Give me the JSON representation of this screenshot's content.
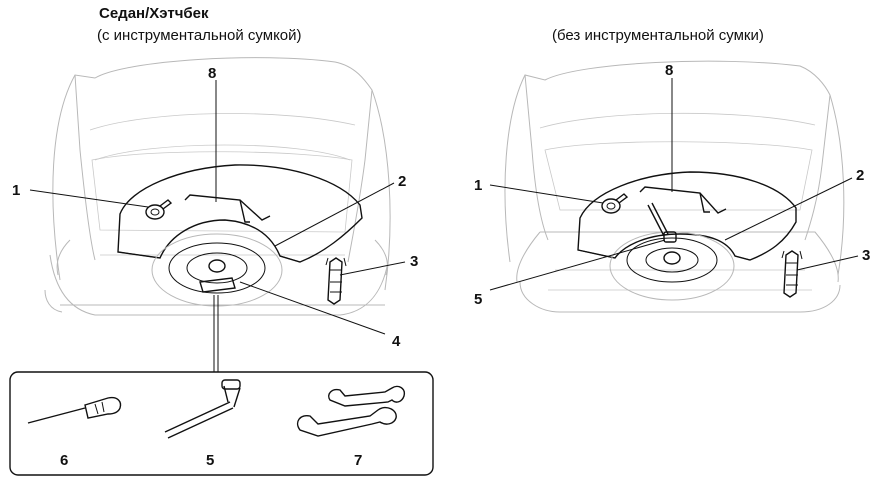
{
  "header": {
    "title": "Седан/Хэтчбек",
    "subtitle_left": "(с инструментальной сумкой)",
    "subtitle_right": "(без инструментальной сумки)"
  },
  "left_callouts": {
    "c1": "1",
    "c2": "2",
    "c3": "3",
    "c4": "4",
    "c8": "8"
  },
  "right_callouts": {
    "c1": "1",
    "c2": "2",
    "c3": "3",
    "c5": "5",
    "c8": "8"
  },
  "toolkit_callouts": {
    "c5": "5",
    "c6": "6",
    "c7": "7"
  }
}
